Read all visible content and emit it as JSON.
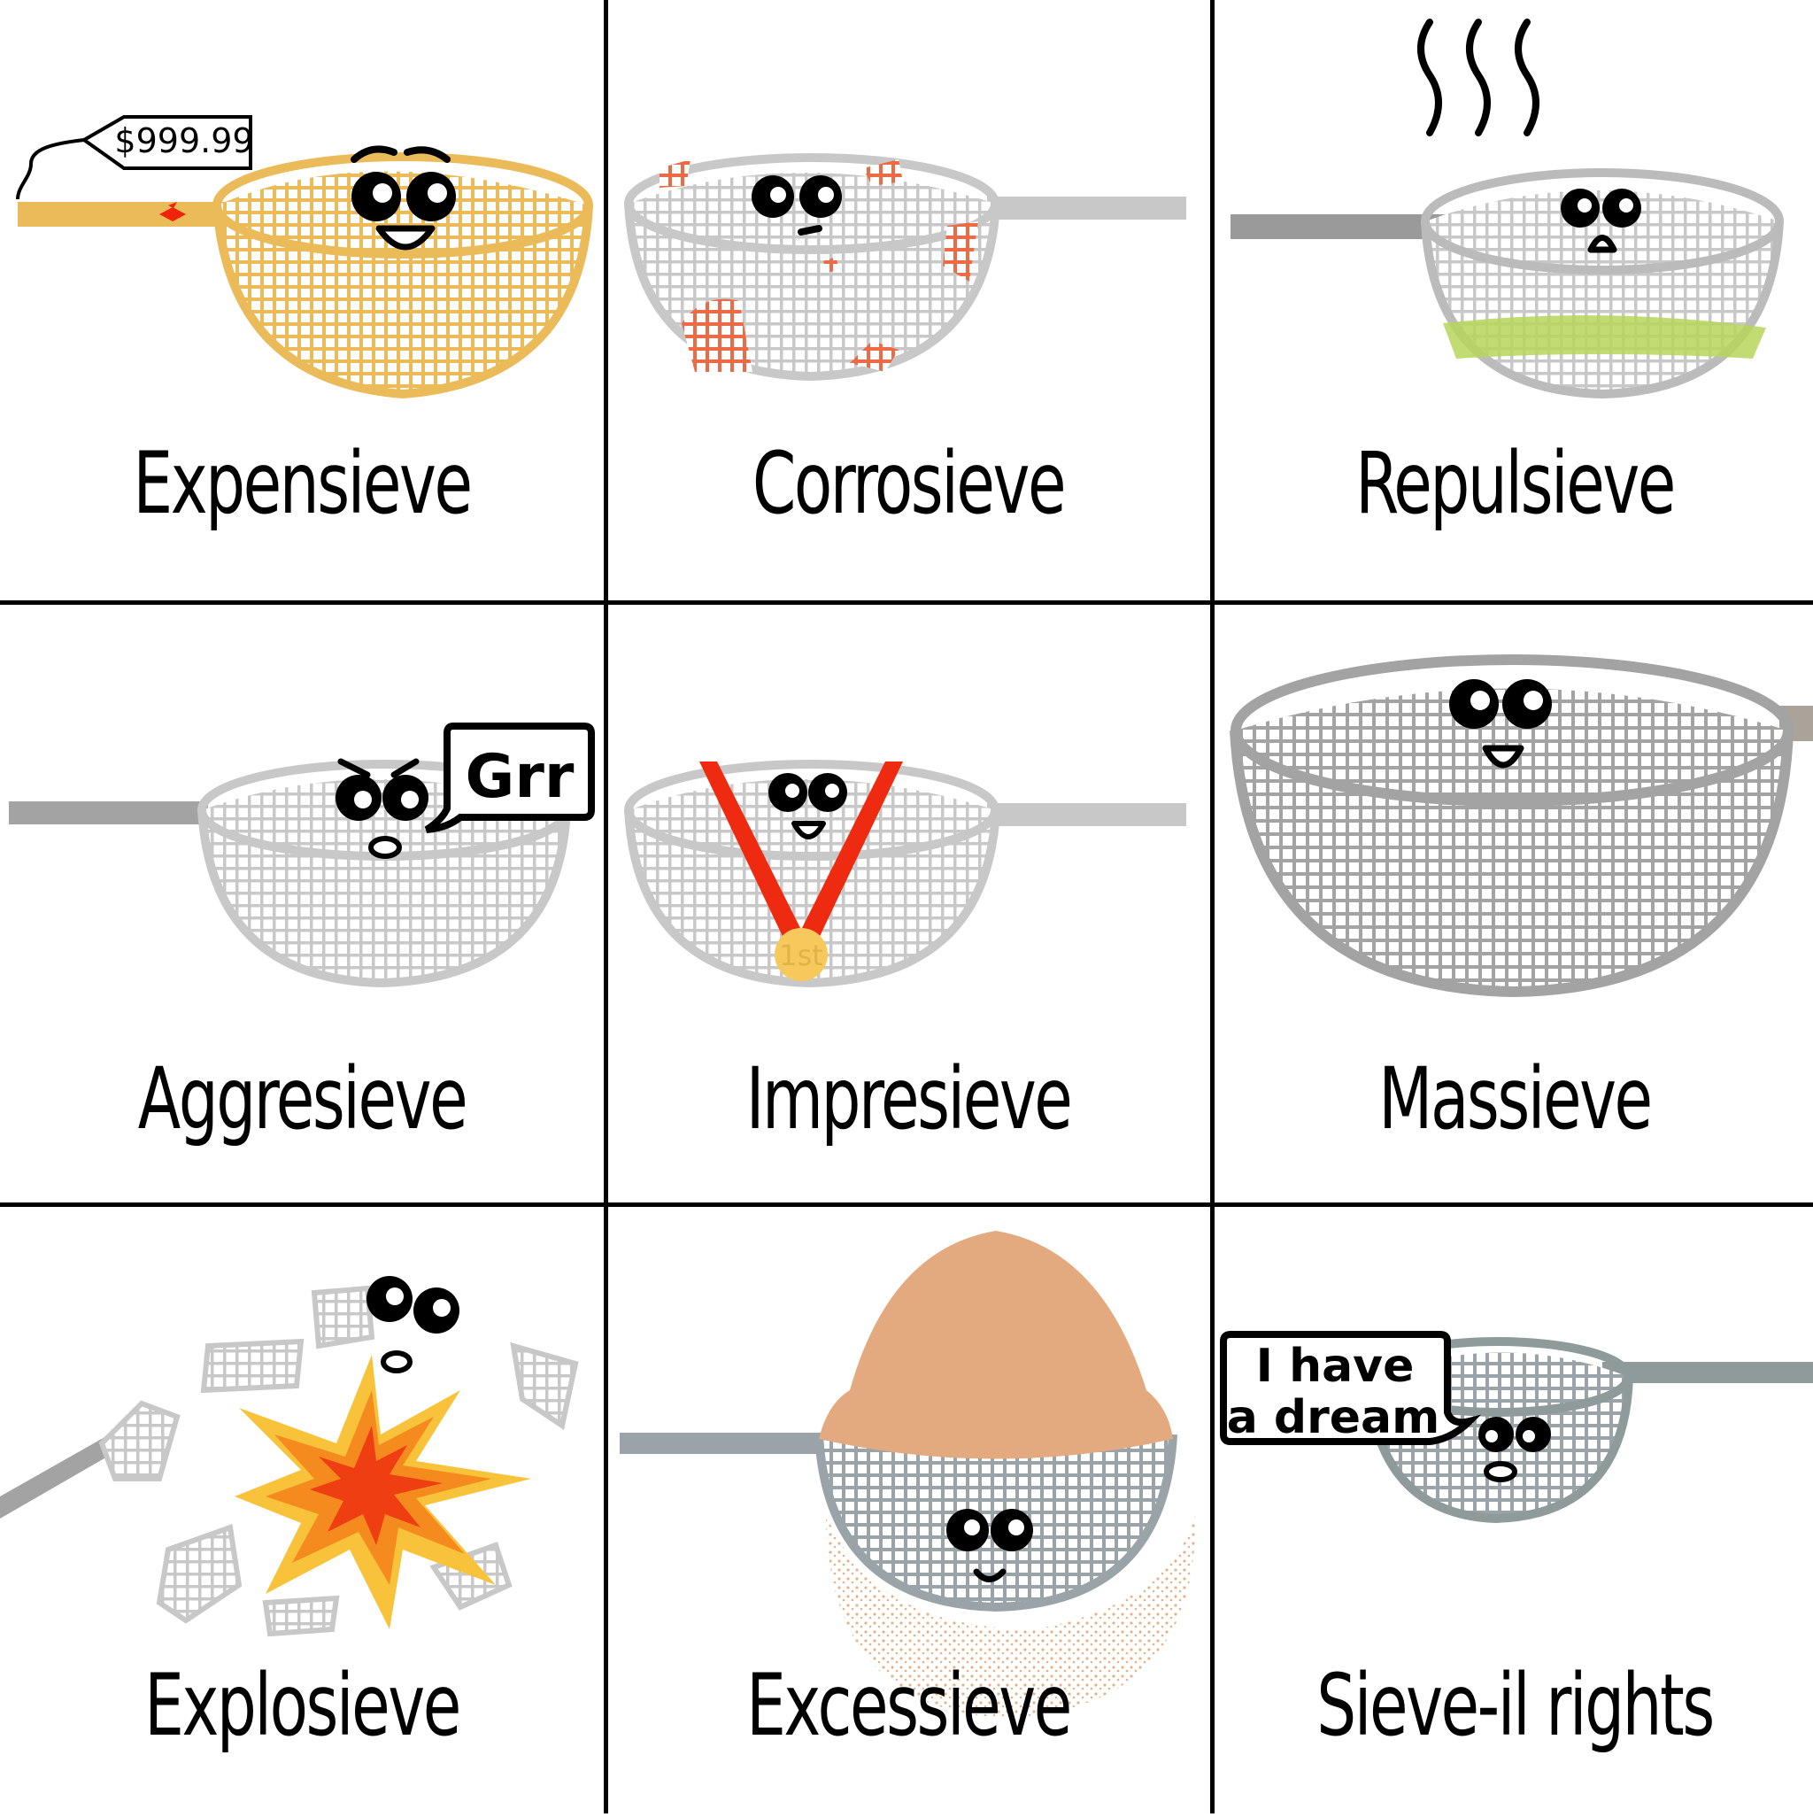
{
  "title": "Sieve puns",
  "colors": {
    "outline": "#000000",
    "mesh_gray": "#c8c8c8",
    "mesh_dark": "#9a9a9a",
    "gold": "#eabb58",
    "rust": "#ec6a45",
    "slime": "#b6d65a",
    "ribbon": "#ee2a10",
    "medal": "#f7c95c",
    "sand": "#e2aa7e",
    "steel": "#9aa4a8",
    "fire_outer": "#f8c33a",
    "fire_mid": "#f58a1f",
    "fire_inner": "#ef3e12"
  },
  "panels": [
    {
      "label": "Expensieve",
      "price_tag": "$999.99"
    },
    {
      "label": "Corrosieve"
    },
    {
      "label": "Repulsieve"
    },
    {
      "label": "Aggresieve",
      "speech": "Grr"
    },
    {
      "label": "Impresieve",
      "medal_text": "1st"
    },
    {
      "label": "Massieve"
    },
    {
      "label": "Explosieve"
    },
    {
      "label": "Excessieve"
    },
    {
      "label": "Sieve-il rights",
      "speech_line1": "I have",
      "speech_line2": "a dream"
    }
  ]
}
